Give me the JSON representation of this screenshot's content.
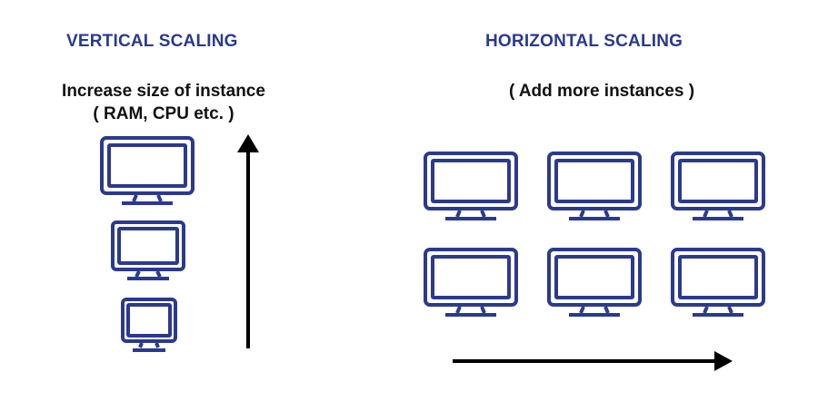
{
  "vertical": {
    "title": "VERTICAL SCALING",
    "caption_line1": "Increase size of instance",
    "caption_line2": "( RAM, CPU etc. )"
  },
  "horizontal": {
    "title": "HORIZONTAL SCALING",
    "caption": "( Add more instances )"
  },
  "colors": {
    "monitor_stroke": "#2b3a8c",
    "heading": "#2b3a8c",
    "arrow": "#000000"
  },
  "icons": [
    "monitor-icon",
    "arrow-up-icon",
    "arrow-right-icon"
  ]
}
